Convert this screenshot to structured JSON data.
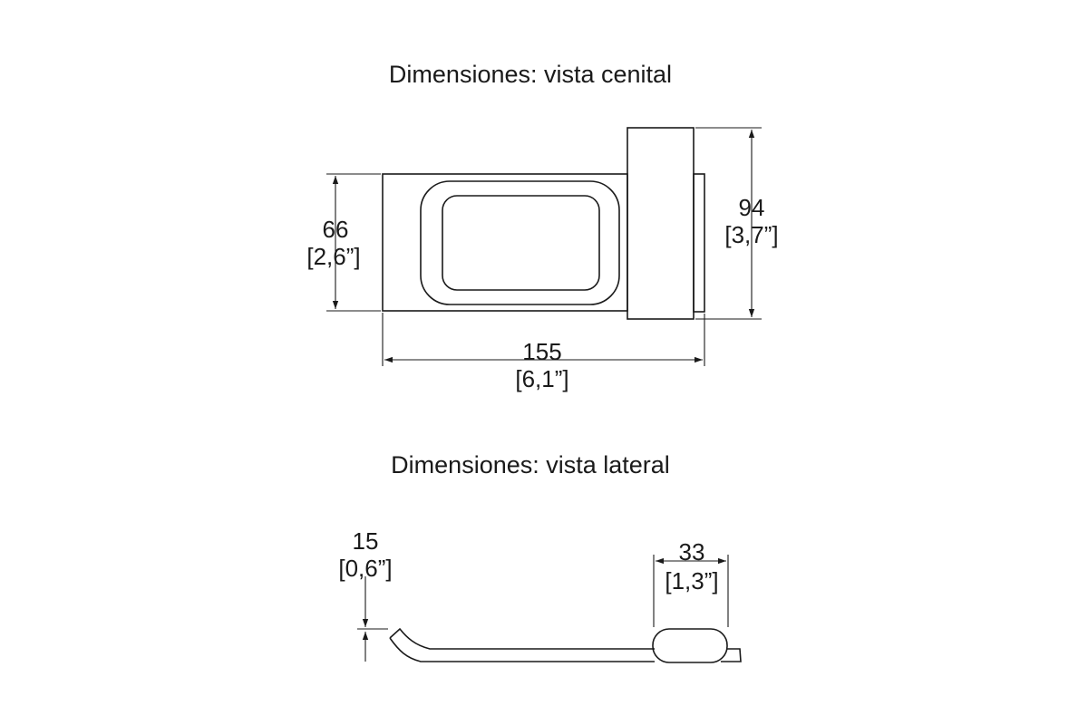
{
  "top_view": {
    "title": "Dimensiones: vista cenital",
    "height": {
      "value": "66",
      "inches": "[2,6”]"
    },
    "width": {
      "value": "155",
      "inches": "[6,1”]"
    },
    "depth": {
      "value": "94",
      "inches": "[3,7”]"
    }
  },
  "side_view": {
    "title": "Dimensiones: vista lateral",
    "thickness": {
      "value": "15",
      "inches": "[0,6”]"
    },
    "hub_width": {
      "value": "33",
      "inches": "[1,3”]"
    }
  },
  "colors": {
    "line": "#1a1a1a",
    "background": "#ffffff"
  }
}
